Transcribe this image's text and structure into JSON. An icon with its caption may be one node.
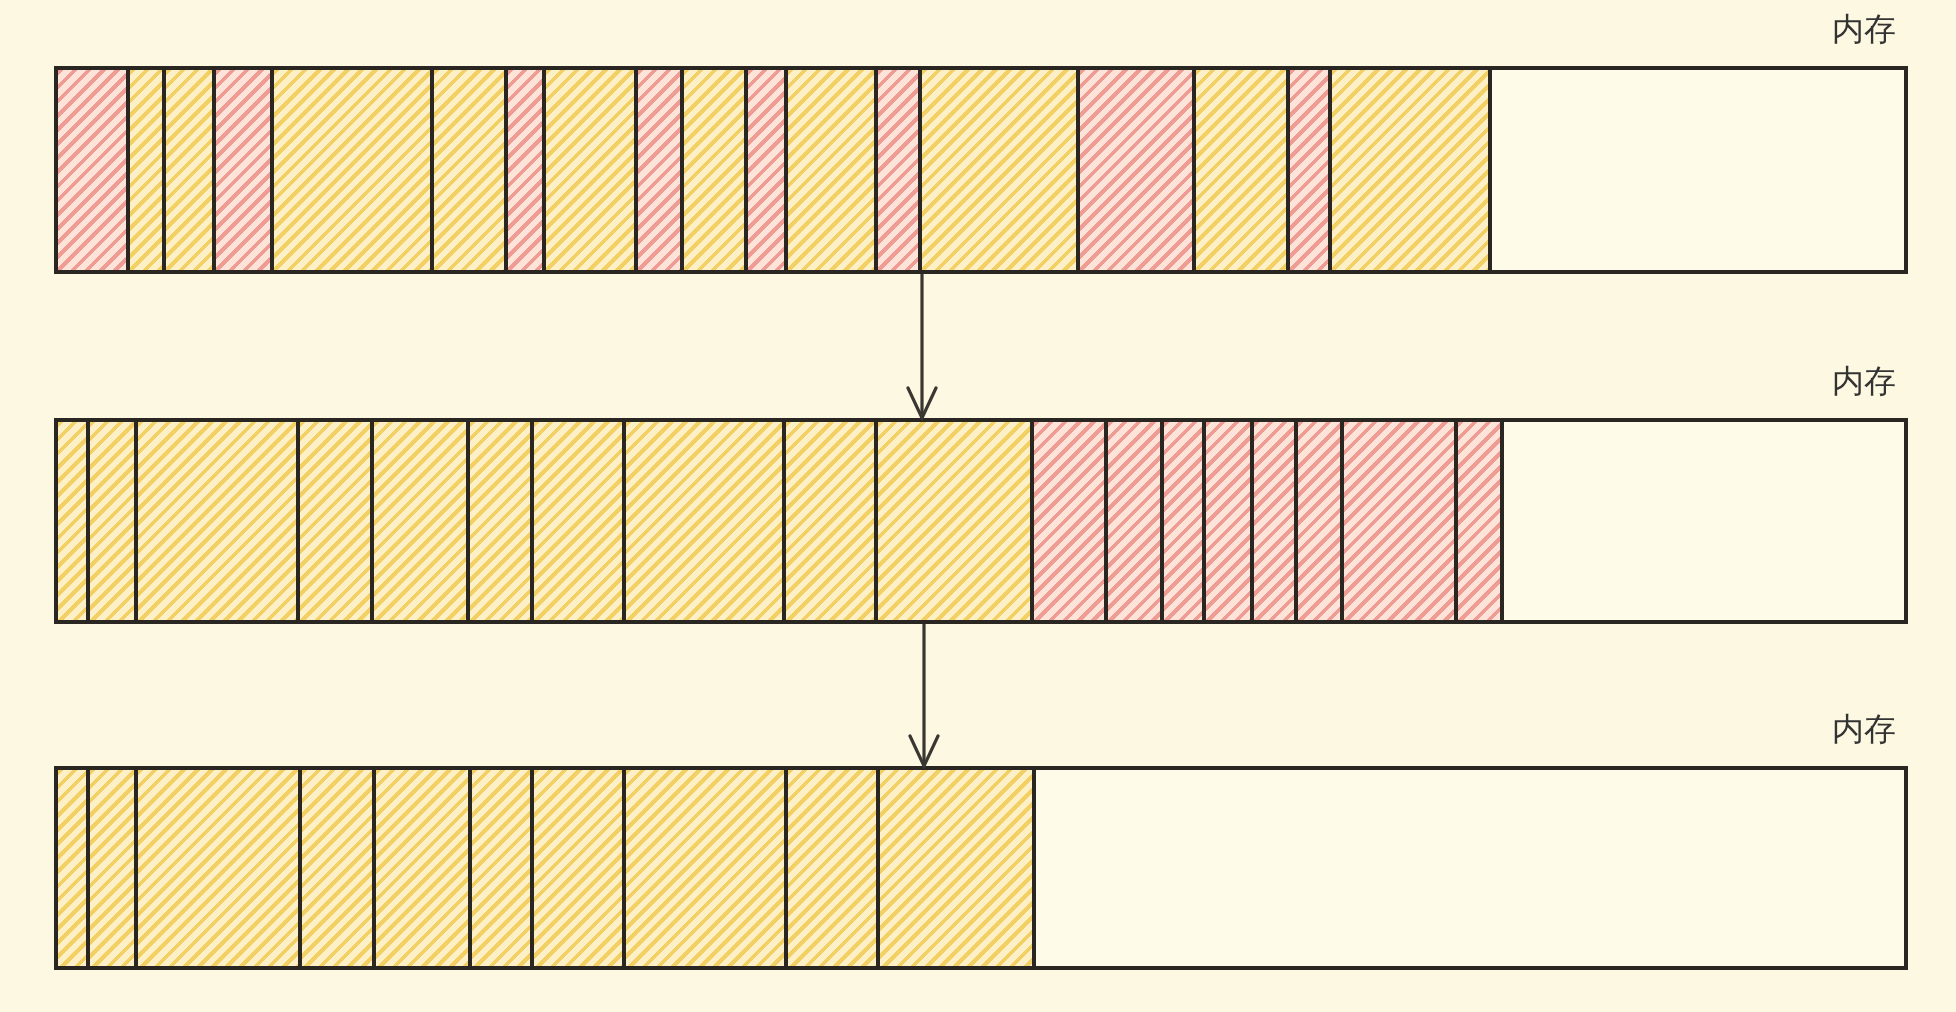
{
  "diagram": {
    "nodes": [
      {
        "text": [
          "内存"
        ]
      },
      {
        "text": [],
        "shape": "box",
        "in": 0
      },
      {
        "text": [],
        "shape": "box",
        "in": 0
      },
      {
        "text": [],
        "shape": "box",
        "in": 0
      },
      {
        "text": [],
        "shape": "box",
        "in": 0
      },
      {
        "text": [],
        "shape": "box",
        "in": 0
      },
      {
        "text": [],
        "shape": "box",
        "in": 0
      },
      {
        "text": [],
        "shape": "box",
        "in": 0
      },
      {
        "text": [],
        "shape": "box",
        "in": 0
      },
      {
        "text": [],
        "shape": "box",
        "in": 0
      },
      {
        "text": [],
        "shape": "box",
        "in": 0
      },
      {
        "text": [],
        "shape": "box",
        "in": 0
      },
      {
        "text": [],
        "shape": "box",
        "in": 0
      },
      {
        "text": [],
        "shape": "box",
        "in": 0
      },
      {
        "text": [],
        "shape": "box",
        "in": 0
      },
      {
        "text": [],
        "shape": "box",
        "in": 0
      },
      {
        "text": [],
        "shape": "box",
        "in": 0
      },
      {
        "text": [],
        "shape": "box",
        "in": 0
      },
      {
        "text": [],
        "shape": "box",
        "in": 0
      },
      {
        "text": [
          "内存"
        ]
      },
      {
        "text": [],
        "shape": "box",
        "in": 19
      },
      {
        "text": [],
        "shape": "box",
        "in": 19
      },
      {
        "text": [],
        "shape": "box",
        "in": 19
      },
      {
        "text": [],
        "shape": "box",
        "in": 19
      },
      {
        "text": [],
        "shape": "box",
        "in": 19
      },
      {
        "text": [],
        "shape": "box",
        "in": 19
      },
      {
        "text": [],
        "shape": "box",
        "in": 19
      },
      {
        "text": [],
        "shape": "box",
        "in": 19
      },
      {
        "text": [],
        "shape": "box",
        "in": 19
      },
      {
        "text": [],
        "shape": "box",
        "in": 19
      },
      {
        "text": [],
        "shape": "box",
        "in": 19
      },
      {
        "text": [],
        "shape": "box",
        "in": 19
      },
      {
        "text": [],
        "shape": "box",
        "in": 19
      },
      {
        "text": [],
        "shape": "box",
        "in": 19
      },
      {
        "text": [],
        "shape": "box",
        "in": 19
      },
      {
        "text": [],
        "shape": "box",
        "in": 19
      },
      {
        "text": [],
        "shape": "box",
        "in": 19
      },
      {
        "text": [],
        "shape": "box",
        "in": 19
      },
      {
        "text": [
          "内存"
        ]
      },
      {
        "text": [],
        "shape": "box",
        "in": 38
      },
      {
        "text": [],
        "shape": "box",
        "in": 38
      },
      {
        "text": [],
        "shape": "box",
        "in": 38
      },
      {
        "text": [],
        "shape": "box",
        "in": 38
      },
      {
        "text": [],
        "shape": "box",
        "in": 38
      },
      {
        "text": [],
        "shape": "box",
        "in": 38
      },
      {
        "text": [],
        "shape": "box",
        "in": 38
      },
      {
        "text": [],
        "shape": "box",
        "in": 38
      },
      {
        "text": [],
        "shape": "box",
        "in": 38
      },
      {
        "text": [],
        "shape": "box",
        "in": 38
      }
    ],
    "edges": [
      {
        "from": 0,
        "to": 19,
        "arrow": "to"
      },
      {
        "from": 19,
        "to": 38,
        "arrow": "to"
      }
    ]
  }
}
